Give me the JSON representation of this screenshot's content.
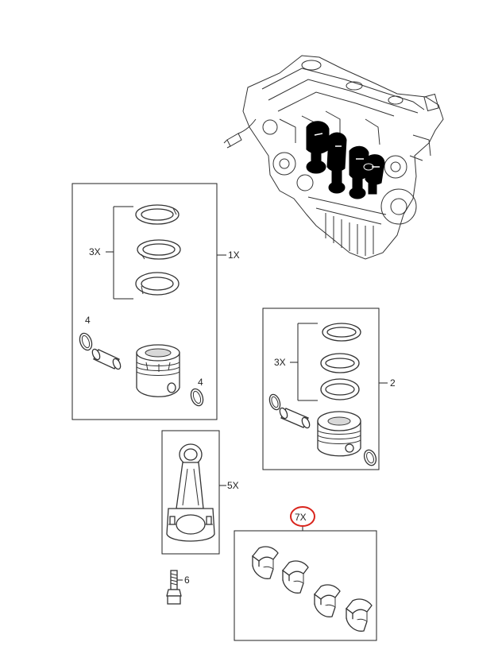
{
  "callouts": {
    "piston_kit_qty": "1X",
    "rings_group1_qty": "3X",
    "clip_left_num": "4",
    "clip_right_num": "4",
    "piston_assy_num": "2",
    "rings_group2_qty": "3X",
    "con_rod_qty": "5X",
    "bolt_num": "6",
    "bearing_qty": "7X"
  },
  "colors": {
    "line": "#222222",
    "highlight_circle": "#d9251d",
    "highlighted_parts": "#000000"
  }
}
